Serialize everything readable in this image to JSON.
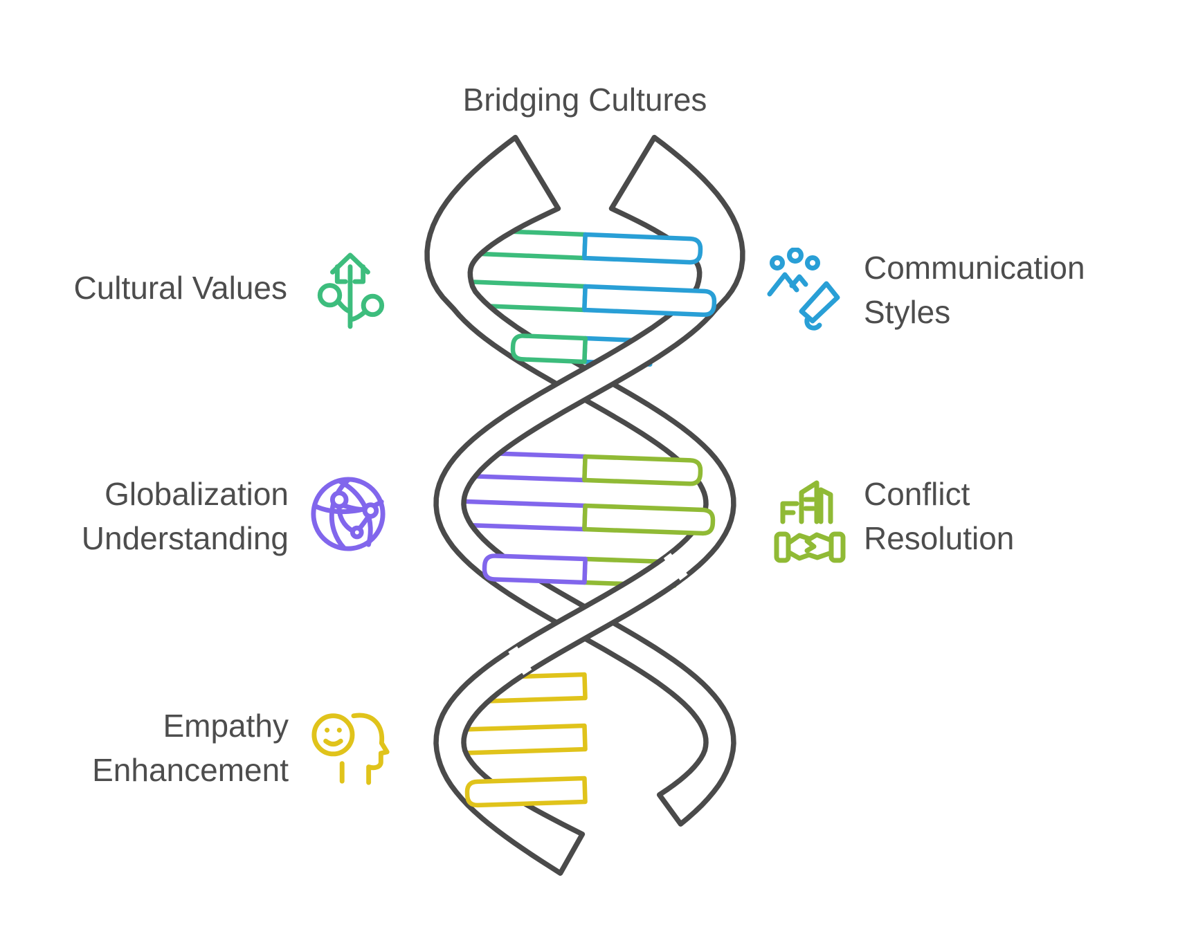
{
  "title": "Bridging Cultures",
  "items": [
    {
      "id": "cultural-values",
      "label": "Cultural Values",
      "side": "left",
      "color": "#3dbd7d",
      "icon": "growth-house-icon"
    },
    {
      "id": "communication-styles",
      "label": "Communication Styles",
      "side": "right",
      "color": "#299fd6",
      "icon": "people-megaphone-icon"
    },
    {
      "id": "globalization-understanding",
      "label": "Globalization Understanding",
      "side": "left",
      "color": "#8166ec",
      "icon": "network-globe-icon"
    },
    {
      "id": "conflict-resolution",
      "label": "Conflict Resolution",
      "side": "right",
      "color": "#90ba35",
      "icon": "buildings-handshake-icon"
    },
    {
      "id": "empathy-enhancement",
      "label": "Empathy Enhancement",
      "side": "left",
      "color": "#e0c31b",
      "icon": "smiley-head-profile-icon"
    }
  ],
  "helix": {
    "strand_color": "#4a4a4a",
    "rung_groups": [
      {
        "position": "top",
        "left_color": "#3cbc7c",
        "right_color": "#299fd6",
        "rungs": 3
      },
      {
        "position": "middle",
        "left_color": "#8166ec",
        "right_color": "#90ba35",
        "rungs": 3
      },
      {
        "position": "bottom",
        "left_color": "#e0c31b",
        "right_color": "#e0c31b",
        "rungs": 3
      }
    ]
  }
}
